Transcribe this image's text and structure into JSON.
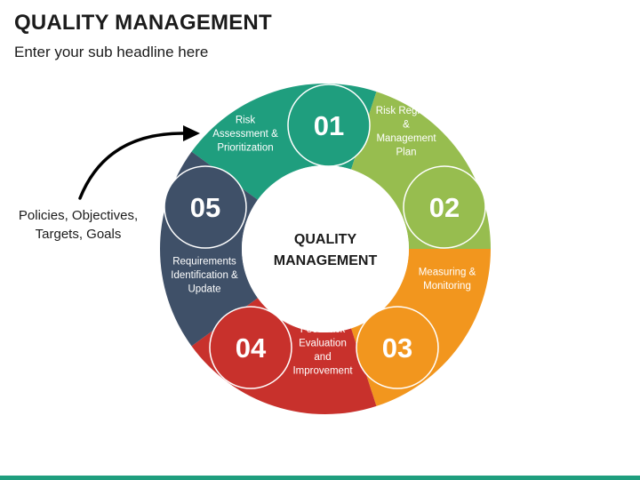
{
  "header": {
    "title": "QUALITY MANAGEMENT",
    "subtitle": "Enter your sub headline here"
  },
  "input_note": {
    "lines": [
      "Policies, Objectives,",
      "Targets, Goals"
    ]
  },
  "center": {
    "lines": [
      "QUALITY",
      "MANAGEMENT"
    ]
  },
  "steps": [
    {
      "number": "01",
      "color": "#1f9e7e",
      "label": [
        "Risk",
        "Assessment &",
        "Prioritization"
      ]
    },
    {
      "number": "02",
      "color": "#97bd4f",
      "label": [
        "Risk Register",
        "&",
        "Management",
        "Plan"
      ]
    },
    {
      "number": "03",
      "color": "#f2961e",
      "label": [
        "Measuring &",
        "Monitoring"
      ]
    },
    {
      "number": "04",
      "color": "#c8312c",
      "label": [
        "Feedback",
        "Evaluation",
        "and",
        "Improvement"
      ]
    },
    {
      "number": "05",
      "color": "#3f5068",
      "label": [
        "Requirements",
        "Identification &",
        "Update"
      ]
    }
  ],
  "theme": {
    "accent_bar": "#1f9e7e",
    "text": "#1b1b1b",
    "arrow": "#000000"
  }
}
